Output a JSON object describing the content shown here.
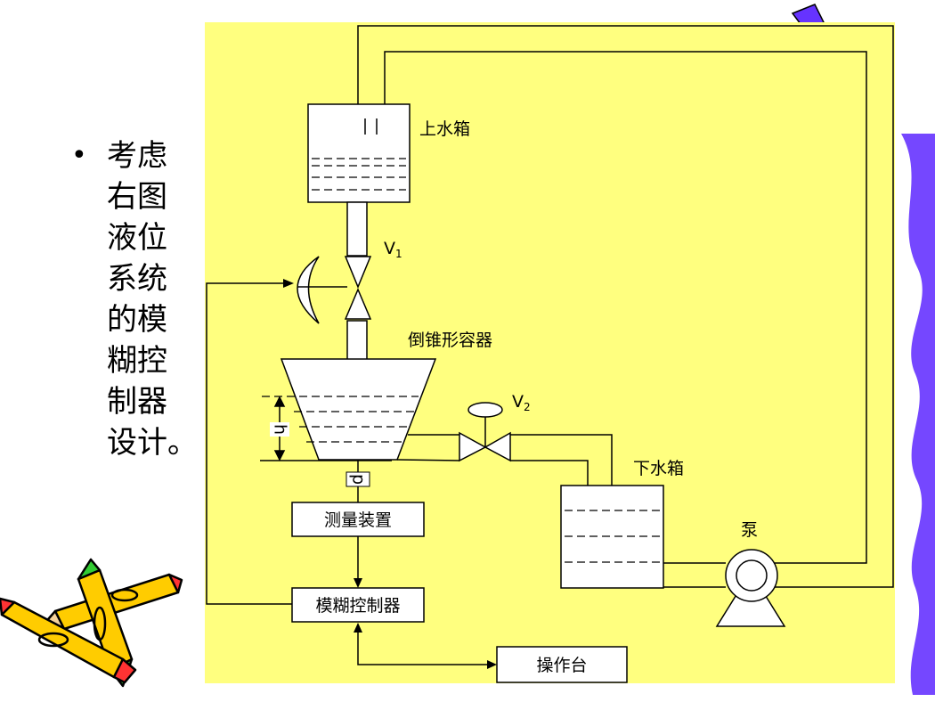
{
  "bullet": "•",
  "side_text_lines": [
    "考虑",
    "右图",
    "液位",
    "系统",
    "的模",
    "糊控",
    "制器",
    "设计。"
  ],
  "labels": {
    "upper_tank": "上水箱",
    "valve1_letter": "V",
    "valve1_sub": "1",
    "cone": "倒锥形容器",
    "valve2_letter": "V",
    "valve2_sub": "2",
    "lower_tank": "下水箱",
    "pump": "泵",
    "h": "h",
    "p": "p",
    "measure": "测量装置",
    "controller": "模糊控制器",
    "console": "操作台"
  },
  "colors": {
    "panel": "#ffff7f",
    "border_purple": "#6633ff",
    "pencil_yellow": "#ffcc00",
    "pencil_red": "#ff3333",
    "pencil_green": "#33cc33"
  }
}
